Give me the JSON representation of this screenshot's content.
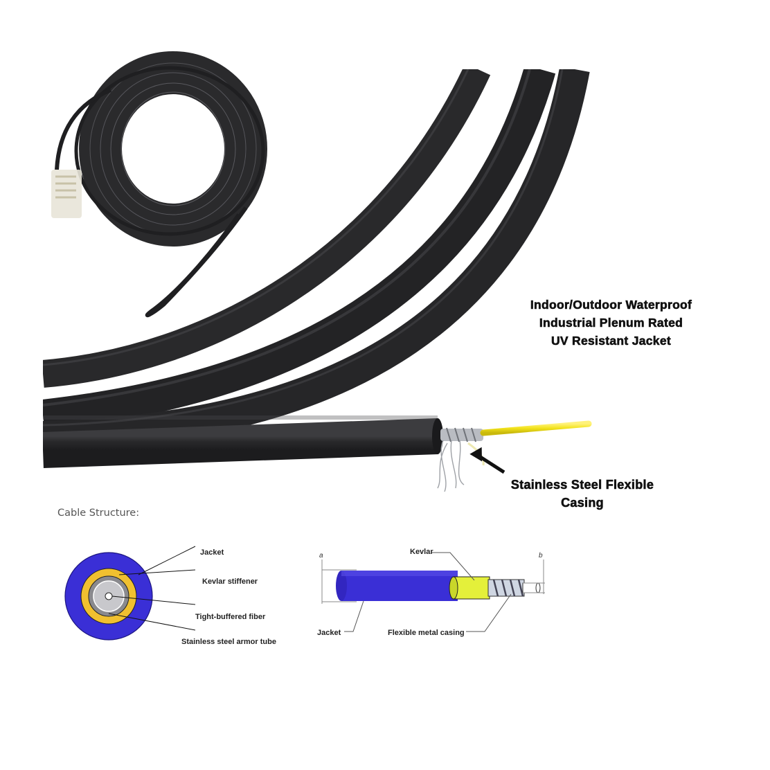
{
  "product_image": {
    "callouts": {
      "jacket_features": [
        "Indoor/Outdoor Waterproof",
        "Industrial Plenum Rated",
        "UV Resistant Jacket"
      ],
      "casing": [
        "Stainless Steel Flexible",
        "Casing"
      ]
    },
    "photos": {
      "coil": "coiled-black-fiber-cable",
      "closeup": "black-cable-closeup-with-yellow-fiber"
    },
    "colors": {
      "cable_black": "#2b2b2d",
      "fiber_yellow": "#f2e21a",
      "diagram_blue": "#3a2fd6",
      "kevlar_yellow": "#f0c030",
      "kevlar_lime": "#e4f03a"
    }
  },
  "cable_structure": {
    "title": "Cable Structure:",
    "cross_section": {
      "labels": [
        "Jacket",
        "Kevlar stiffener",
        "Tight-buffered fiber",
        "Stainless steel armor tube"
      ]
    },
    "side_view": {
      "labels": {
        "kevlar": "Kevlar",
        "jacket": "Jacket",
        "casing": "Flexible metal casing"
      },
      "dimensions": {
        "a": "a",
        "b": "b"
      }
    }
  }
}
